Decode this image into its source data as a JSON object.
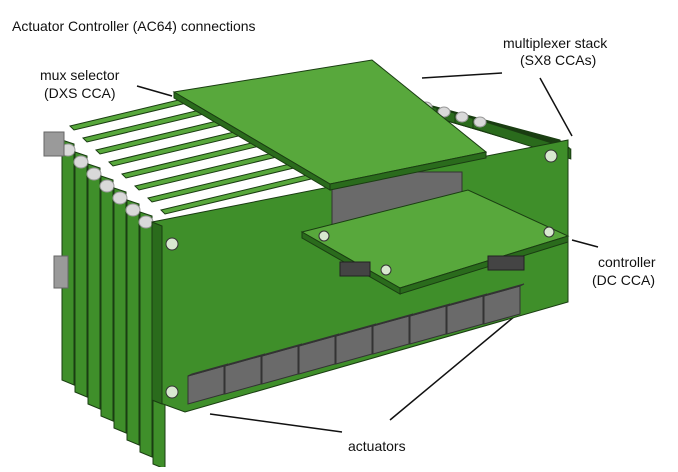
{
  "title": "Actuator Controller (AC64) connections",
  "labels": {
    "mux_selector": {
      "line1": "mux selector",
      "line2": "(DXS CCA)"
    },
    "multiplexer_stack": {
      "line1": "multiplexer stack",
      "line2": "(SX8 CCAs)"
    },
    "controller": {
      "line1": "controller",
      "line2": "(DC CCA)"
    },
    "actuators": "actuators"
  },
  "colors": {
    "board_green": "#3f8f2a",
    "board_dark": "#2a6b1c",
    "board_light": "#58a83c",
    "connector_gray": "#6a6a6a",
    "connector_dark": "#444444",
    "standoff": "#d9d9d9"
  }
}
